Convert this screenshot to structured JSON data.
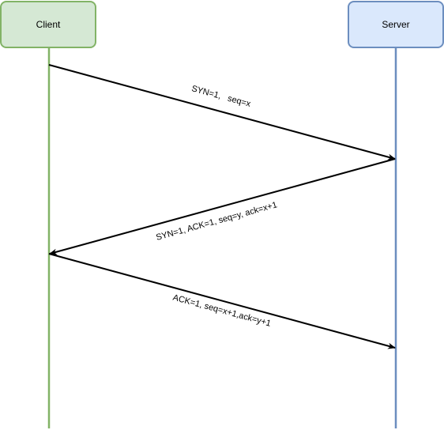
{
  "participants": {
    "client": {
      "label": "Client",
      "fill": "#d5e8d4",
      "stroke": "#82b366"
    },
    "server": {
      "label": "Server",
      "fill": "#dae8fc",
      "stroke": "#6c8ebf"
    }
  },
  "messages": [
    {
      "label": "SYN=1,   seq=x",
      "from": "client",
      "to": "server"
    },
    {
      "label": "SYN=1, ACK=1, seq=y, ack=x+1",
      "from": "server",
      "to": "client"
    },
    {
      "label": "ACK=1, seq=x+1,ack=y+1",
      "from": "client",
      "to": "server"
    }
  ],
  "colors": {
    "arrow": "#000000"
  }
}
